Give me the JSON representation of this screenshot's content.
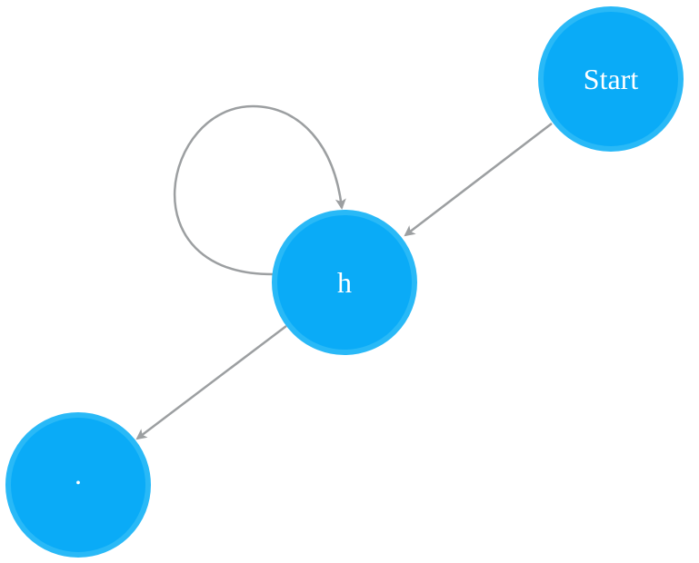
{
  "diagram": {
    "colors": {
      "node_fill": "#0AABF7",
      "node_stroke": "#29B9F7",
      "edge": "#9C9FA1",
      "label": "#FFFFFF"
    },
    "nodes": [
      {
        "id": "start",
        "label": "Start"
      },
      {
        "id": "h",
        "label": "h"
      },
      {
        "id": "dot",
        "label": "."
      }
    ],
    "edges": [
      {
        "from": "start",
        "to": "h"
      },
      {
        "from": "h",
        "to": "h"
      },
      {
        "from": "h",
        "to": "dot"
      }
    ]
  }
}
